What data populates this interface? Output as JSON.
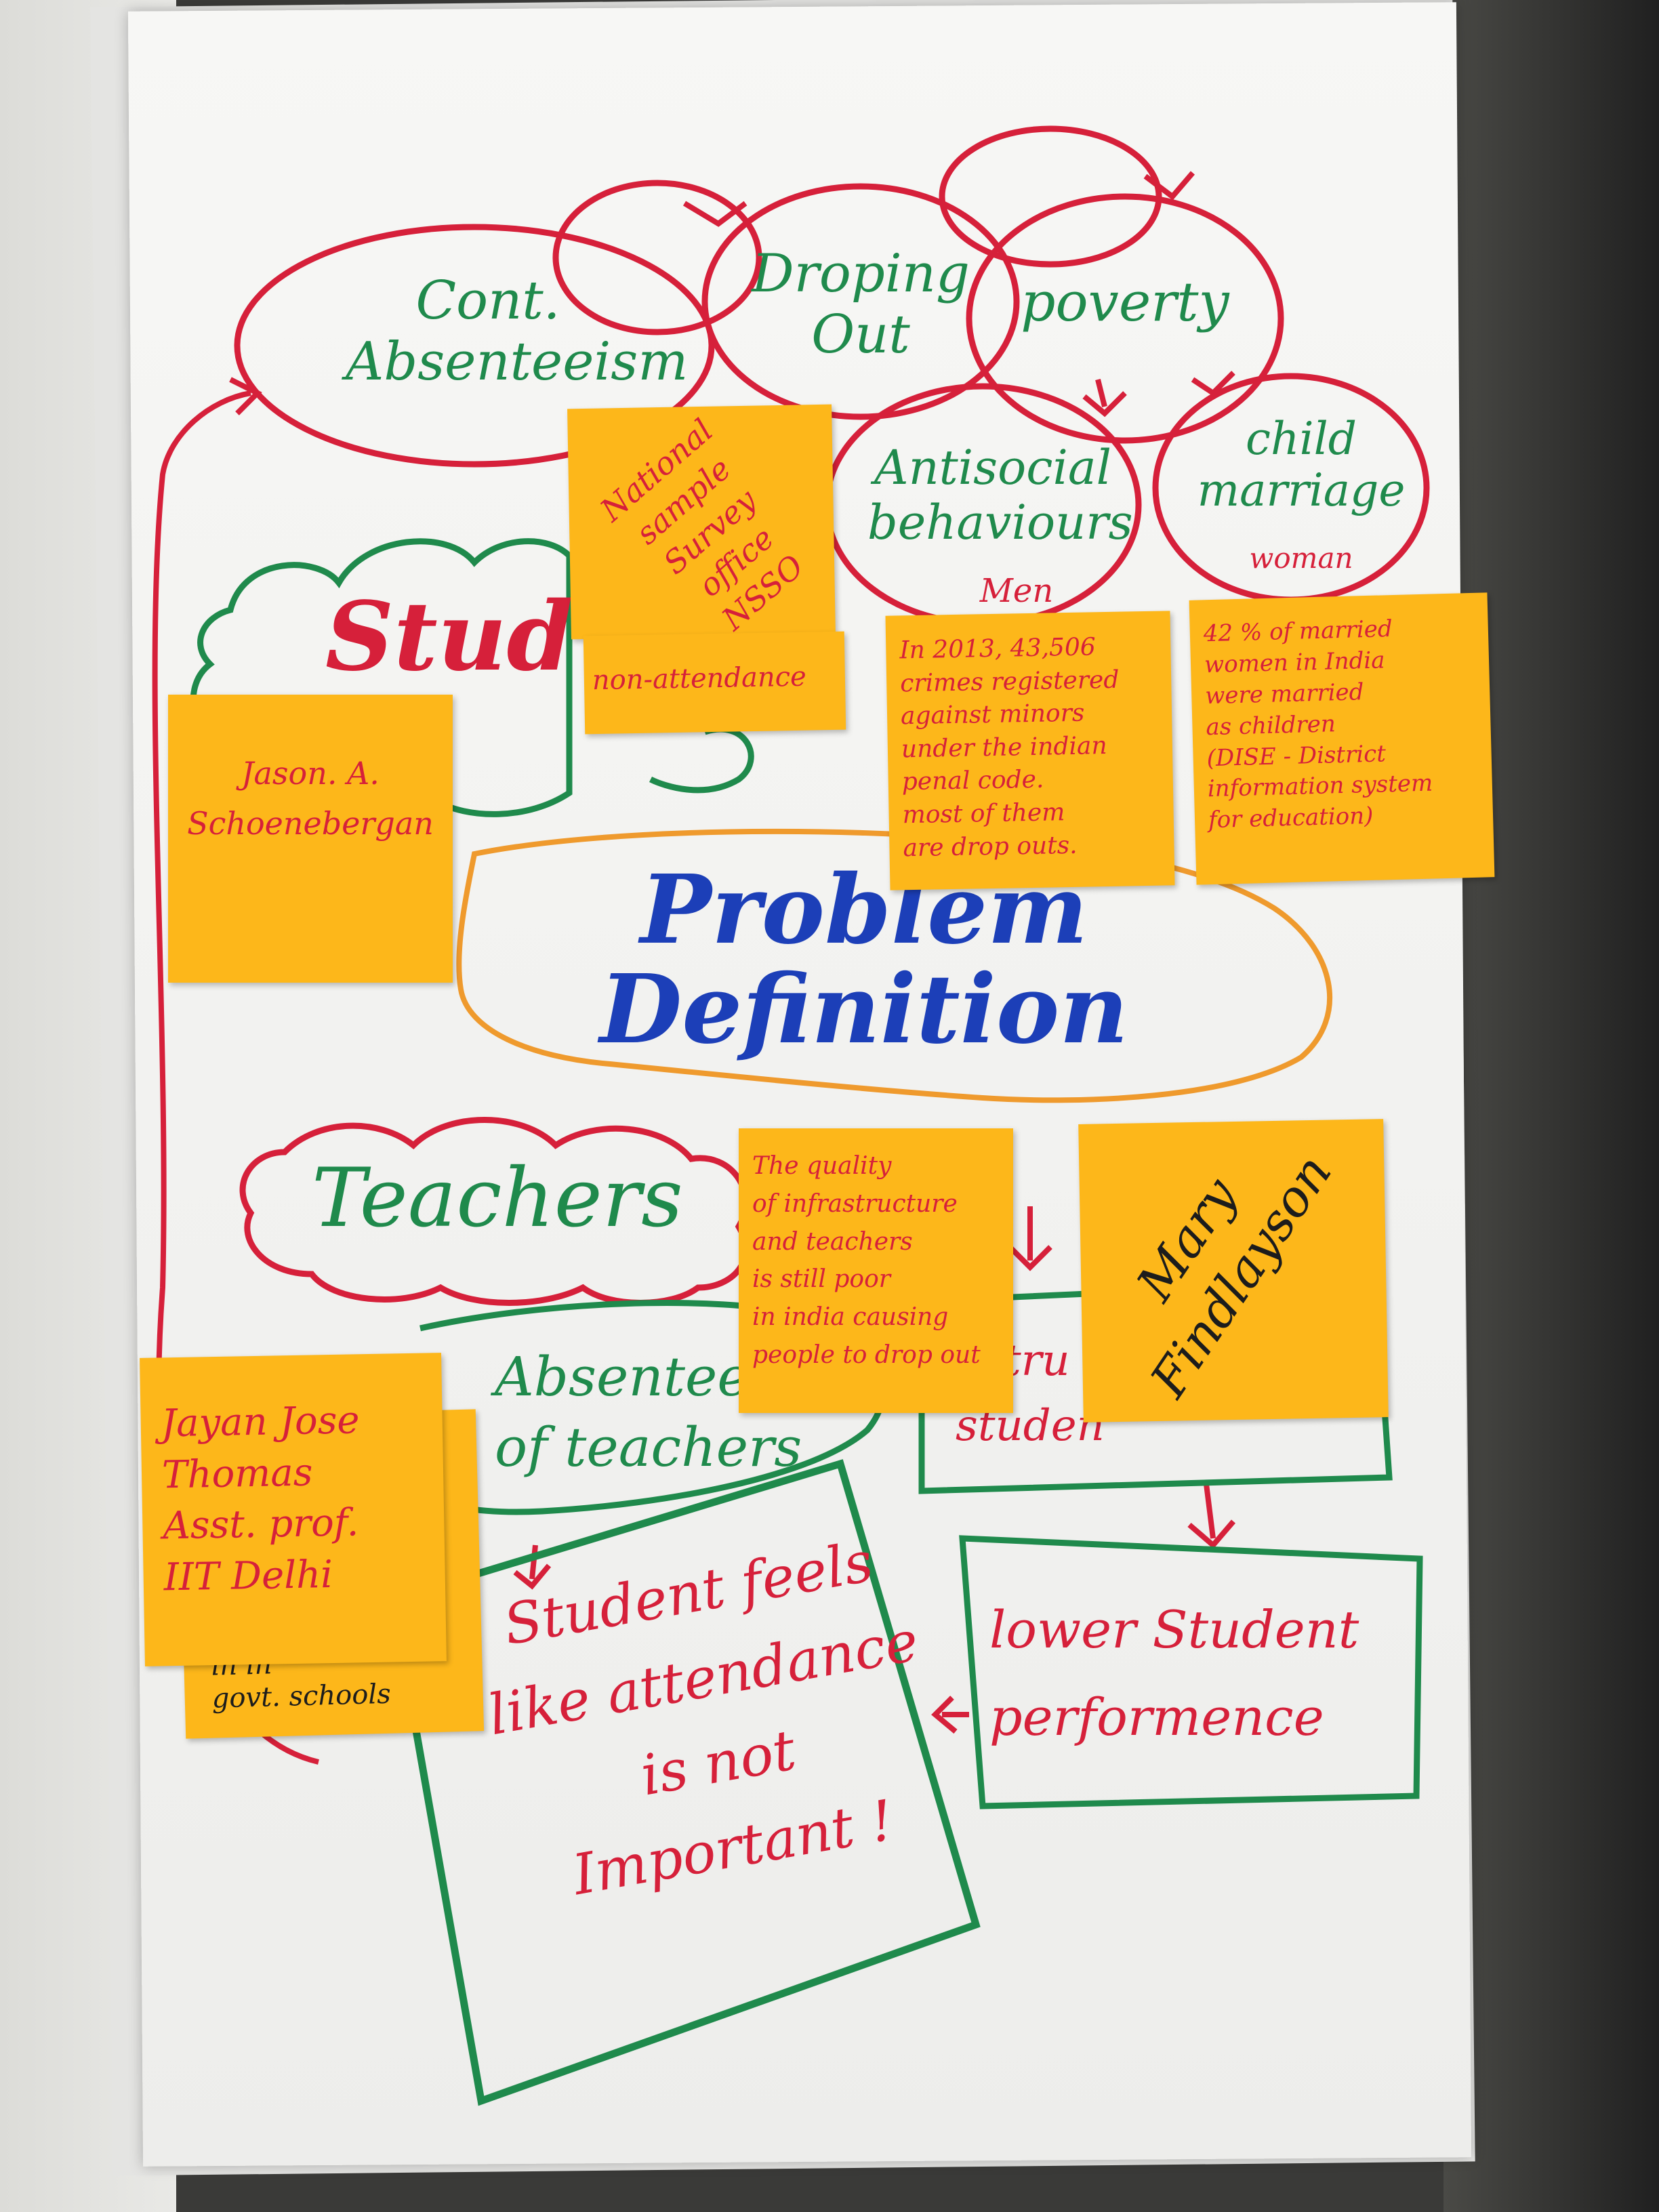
{
  "flipchart": {
    "bubbles": {
      "absenteeism": "Cont.\nAbsenteeism",
      "dropping_out": "Droping\nOut",
      "poverty": "poverty",
      "antisocial": "Antisocial\nbehaviours",
      "antisocial_tag": "Men",
      "child_marriage": "child\nmarriage",
      "child_marriage_tag": "woman"
    },
    "students_heading": "Stud",
    "problem_definition": "Problem\nDefinition",
    "teachers_heading": "Teachers",
    "boxes": {
      "absenteeism_teachers": "Absentee\nof teachers",
      "infrastructure_partial": "astru\nstuden",
      "lower_performance": "lower Student\nperformence",
      "attendance_not_important": "Student feels\nlike attendance\nis not\nImportant !"
    }
  },
  "sticky_notes": {
    "nsso": "National\nsample\nSurvey\noffice\nNSSO",
    "non_attendance": "non-attendance",
    "crimes": "In 2013, 43,506\ncrimes registered\nagainst minors\nunder the indian\npenal code.\nmost of them\nare drop outs.",
    "married_women": "42 % of married\nwomen in India\nwere married\nas children\n(DISE - District\ninformation system\nfor education)",
    "jason": "Jason. A.\nSchoenebergan",
    "infrastructure": "The quality\nof infrastructure\nand teachers\nis still poor\nin india causing\npeople to drop out",
    "mary": "Mary\nFindlayson",
    "jayan": "Jayan Jose\nThomas\nAsst. prof.\nIIT Delhi",
    "govt_schools": "in in\ngovt. schools"
  },
  "colors": {
    "marker_red": "#d6203a",
    "marker_green": "#1f8a4c",
    "marker_blue": "#1c3fb8",
    "marker_orange": "#ef9a2d",
    "sticky_yellow": "#fdb71a"
  }
}
